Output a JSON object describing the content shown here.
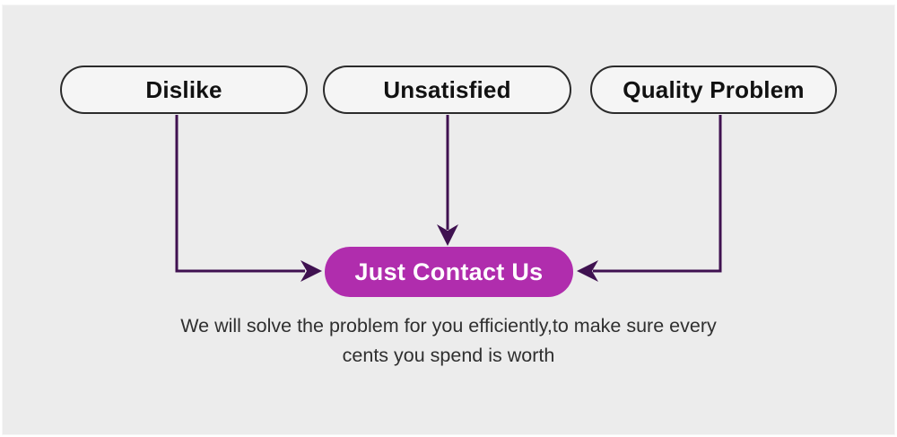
{
  "diagram": {
    "reasons": [
      {
        "label": "Dislike"
      },
      {
        "label": "Unsatisfied"
      },
      {
        "label": "Quality Problem"
      }
    ],
    "action": {
      "label": "Just Contact Us"
    },
    "caption": {
      "line1": "We will solve the problem for you efficiently,to make sure every",
      "line2": "cents you spend is worth"
    },
    "colors": {
      "background": "#ececec",
      "pill_fill": "#f5f5f5",
      "pill_border": "#2b2b2b",
      "arrow": "#3f1150",
      "button_fill": "#b02dad",
      "button_text": "#ffffff",
      "caption_text": "#2f2f2f"
    }
  }
}
